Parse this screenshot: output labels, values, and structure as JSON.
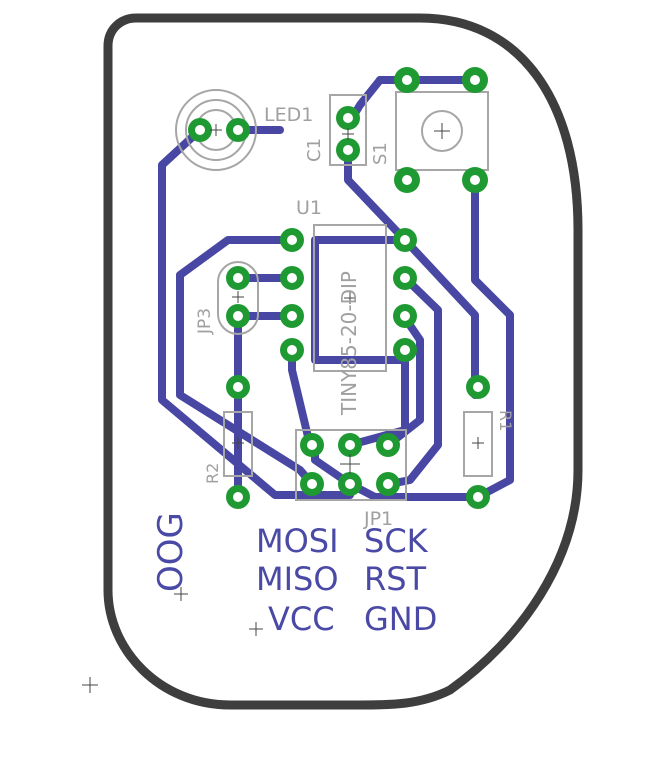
{
  "components": {
    "led1": "LED1",
    "c1": "C1",
    "s1": "S1",
    "u1": "U1",
    "u1_package": "TINY85-20-DIP",
    "jp1": "JP1",
    "jp3": "JP3",
    "r1": "R1",
    "r2": "R2"
  },
  "header_labels": {
    "mosi": "MOSI",
    "sck": "SCK",
    "miso": "MISO",
    "rst": "RST",
    "vcc": "VCC",
    "gnd": "GND"
  },
  "board_text": "OOG",
  "colors": {
    "trace": "#4848a4",
    "pad": "#1f9a33",
    "outline": "#3e3e3e",
    "silkscreen": "#a6a6a6",
    "text": "#4a4aa6"
  }
}
